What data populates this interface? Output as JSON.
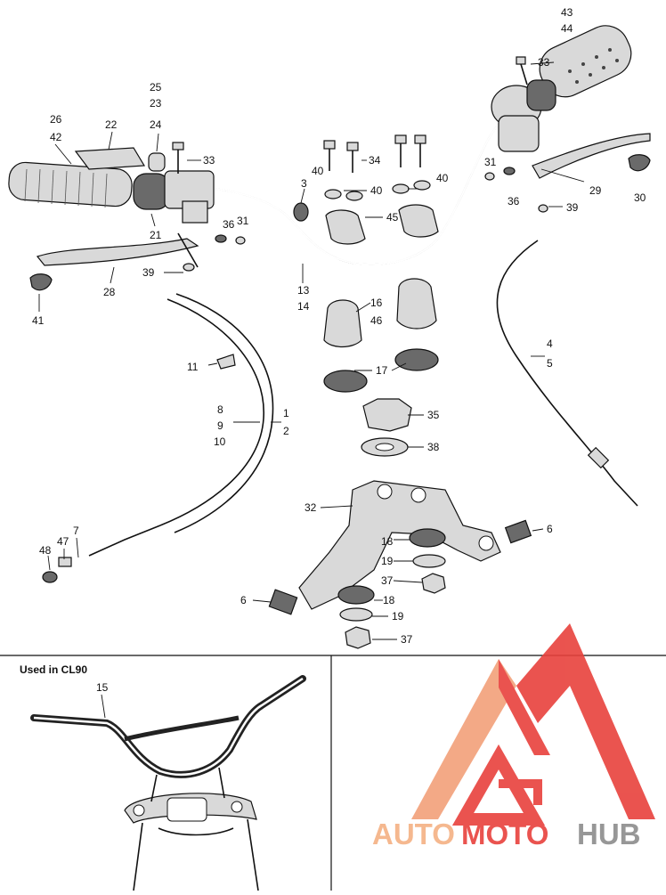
{
  "labels": {
    "l43": "43",
    "l44": "44",
    "l33a": "33",
    "l25": "25",
    "l23": "23",
    "l24": "24",
    "l26": "26",
    "l42": "42",
    "l22": "22",
    "l33b": "33",
    "l34": "34",
    "l40a": "40",
    "l40b": "40",
    "l40c": "40",
    "l31a": "31",
    "l3": "3",
    "l45": "45",
    "l36a": "36",
    "l29": "29",
    "l30": "30",
    "l39a": "39",
    "l21": "21",
    "l36b": "36",
    "l31b": "31",
    "l39b": "39",
    "l28": "28",
    "l41": "41",
    "l13": "13",
    "l14": "14",
    "l16": "16",
    "l46": "46",
    "l4": "4",
    "l5": "5",
    "l11": "11",
    "l17": "17",
    "l8": "8",
    "l9": "9",
    "l10": "10",
    "l1": "1",
    "l2": "2",
    "l35": "35",
    "l38": "38",
    "l32": "32",
    "l6a": "6",
    "l18a": "18",
    "l19a": "19",
    "l48": "48",
    "l47": "47",
    "l7": "7",
    "l37a": "37",
    "l6b": "6",
    "l18b": "18",
    "l19b": "19",
    "l37b": "37",
    "l15": "15"
  },
  "inset": {
    "caption": "Used in CL90"
  },
  "watermark": {
    "part1": "AUTO",
    "part2": "MOTO",
    "part3": "HUB",
    "color_light": "#f4b183",
    "color_red": "#e8413c",
    "color_gray": "#8c8c8c"
  }
}
